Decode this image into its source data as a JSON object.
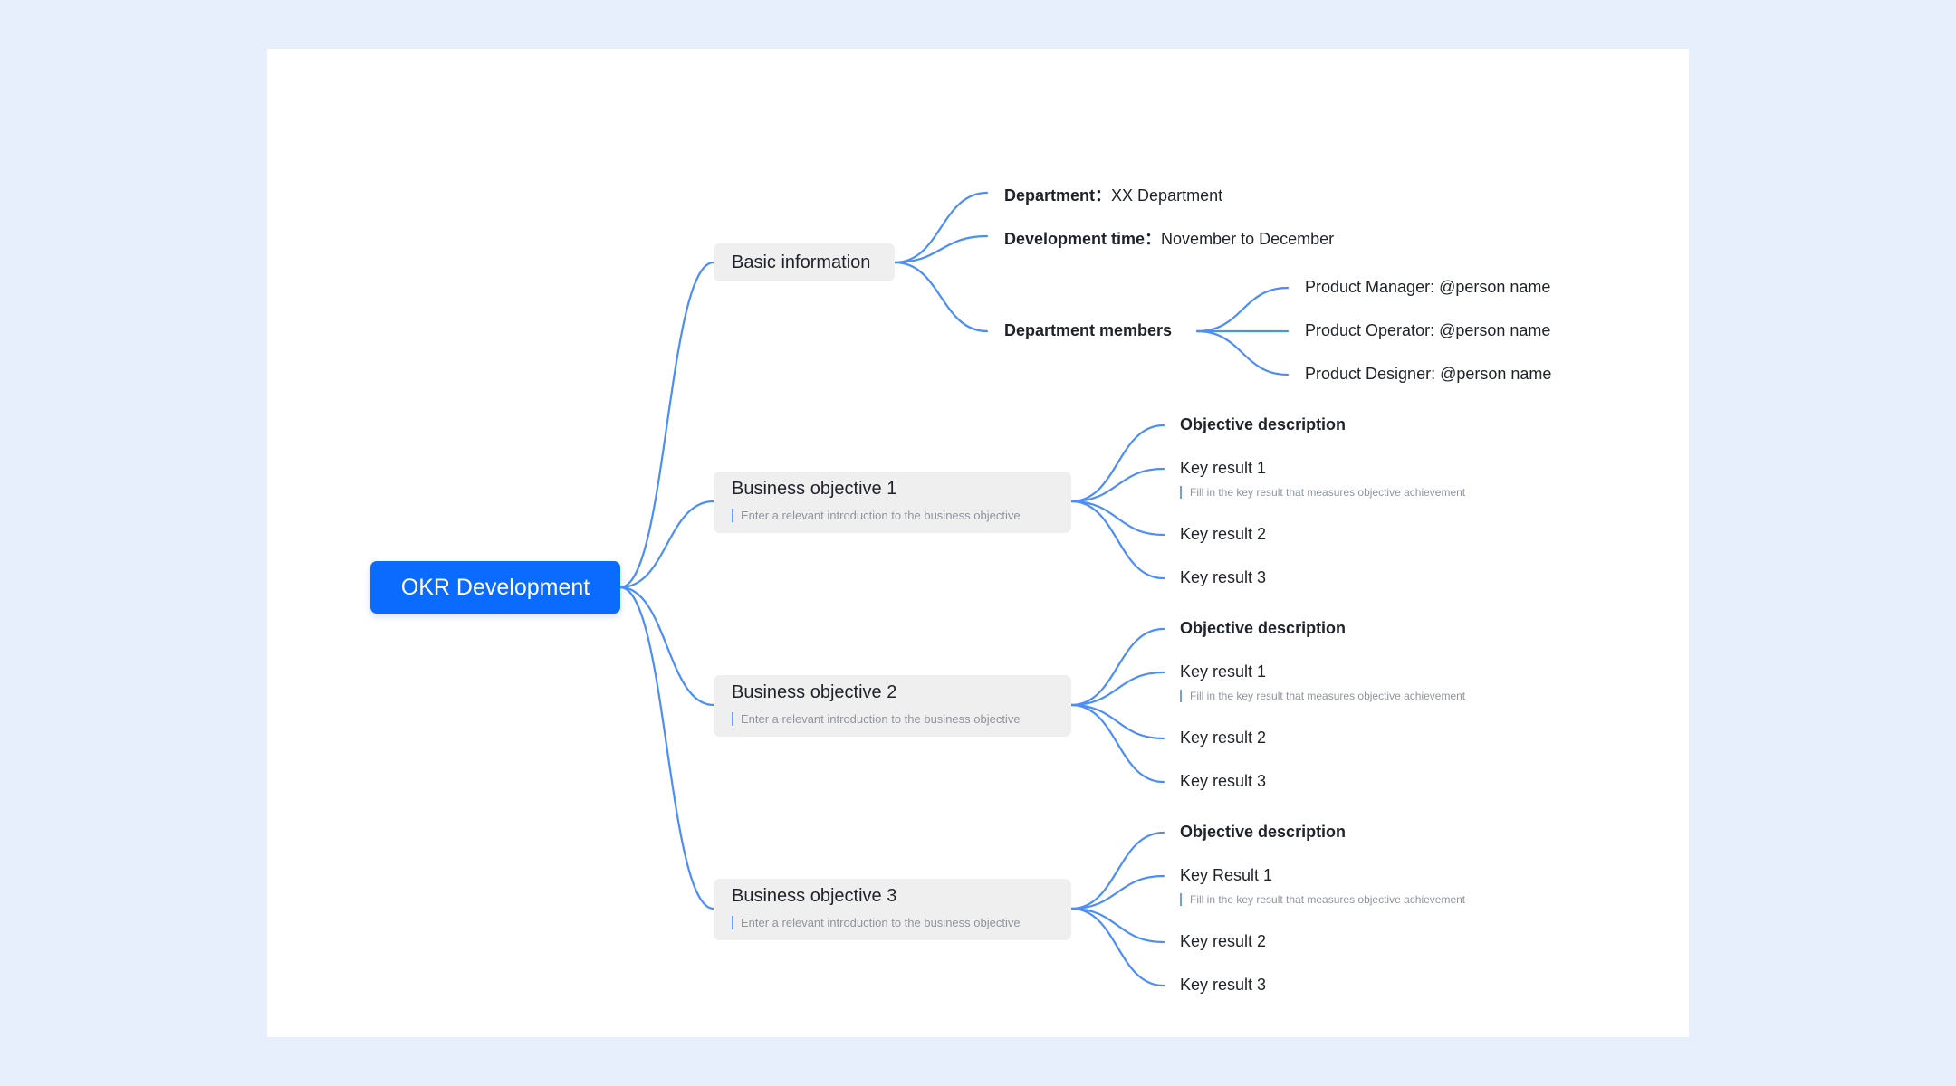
{
  "root": {
    "label": "OKR Development"
  },
  "basic_info": {
    "label": "Basic information",
    "department_label": "Department：",
    "department_value": "XX Department",
    "devtime_label": "Development time：",
    "devtime_value": "November to December",
    "members_label": "Department members",
    "members": [
      "Product Manager: @person name",
      "Product Operator: @person name",
      "Product Designer: @person name"
    ]
  },
  "objectives": [
    {
      "title": "Business objective 1",
      "intro": "Enter a relevant introduction to the business objective",
      "description": "Objective description",
      "kr1": "Key result 1",
      "kr1_note": "Fill in the key result that measures objective achievement",
      "kr2": "Key result 2",
      "kr3": "Key result 3"
    },
    {
      "title": "Business objective 2",
      "intro": "Enter a relevant introduction to the business objective",
      "description": "Objective description",
      "kr1": "Key result 1",
      "kr1_note": "Fill in the key result that measures objective achievement",
      "kr2": "Key result 2",
      "kr3": "Key result 3"
    },
    {
      "title": "Business objective 3",
      "intro": "Enter a relevant introduction to the business objective",
      "description": "Objective description",
      "kr1": "Key Result 1",
      "kr1_note": "Fill in the key result that measures objective achievement",
      "kr2": "Key result 2",
      "kr3": "Key result 3"
    }
  ],
  "colors": {
    "page_background": "#e8effc",
    "canvas": "#ffffff",
    "root_fill": "#0c6bff",
    "topic_fill": "#efefef",
    "connector": "#4c8ef5"
  }
}
